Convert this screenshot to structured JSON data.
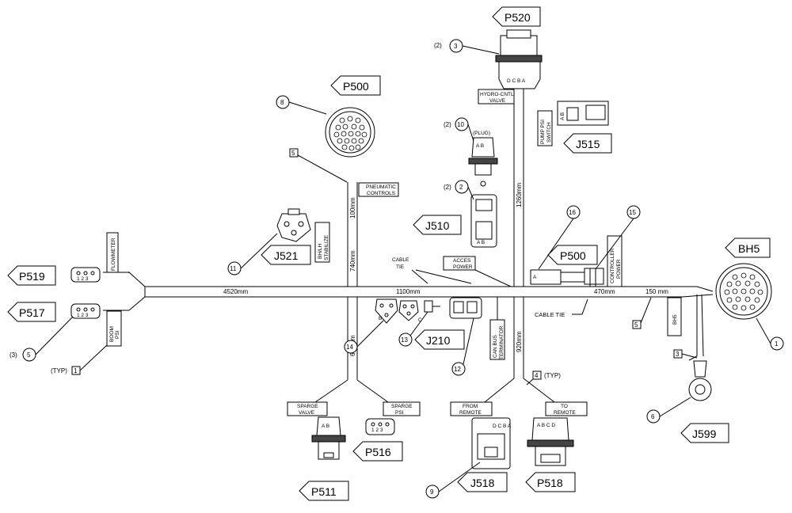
{
  "tags": {
    "p519": "P519",
    "p517": "P517",
    "p500_top": "P500",
    "j521": "J521",
    "p520": "P520",
    "j515": "J515",
    "j510": "J510",
    "p500_right": "P500",
    "bh5": "BH5",
    "j210": "J210",
    "p516": "P516",
    "p511": "P511",
    "j518": "J518",
    "p518": "P518",
    "j599": "J599"
  },
  "labels": {
    "flowmeter": "FLOWMETER",
    "boom_psi": [
      "BOOM",
      "PSI"
    ],
    "pneumatic_controls": [
      "PNEUMATIC",
      "CONTROLS"
    ],
    "bh_stabilize": [
      "BH/LH",
      "STABILIZE"
    ],
    "hydro_valve": [
      "HYDRO-CNTL",
      "VALVE"
    ],
    "pump_psi": [
      "PUMP PSI",
      "SWITCH"
    ],
    "cable_tie_top": [
      "CABLE",
      "TIE"
    ],
    "acces_power": [
      "ACCES",
      "POWER"
    ],
    "controller_power": [
      "CONTROLLER",
      "POWER"
    ],
    "can_bus": [
      "CAN BUS",
      "TERMINATOR"
    ],
    "cable_tie_bottom": "CABLE TIE",
    "bh5_wire": "BH5",
    "sparge_valve": [
      "SPARGE",
      "VALVE"
    ],
    "sparge_psi": [
      "SPARGE",
      "PSI"
    ],
    "from_remote": [
      "FROM",
      "REMOTE"
    ],
    "to_remote": [
      "TO",
      "REMOTE"
    ],
    "plug": "(PLUG)",
    "typ": "(TYP)",
    "typ_right": "(TYP)",
    "qty2": "(2)",
    "qty3": "(3)",
    "pin_123": "1 2 3",
    "pin_ab": "A B",
    "pin_abcd": "A B C D",
    "pin_dcba": "D C B A",
    "pin_a": "A",
    "pin_b": "B",
    "pin_c": "C"
  },
  "dimensions": {
    "main_left": "4520mm",
    "mid": "1100mm",
    "right": "470mm",
    "bh5": "150 mm",
    "p500_drop": "100mm",
    "j521_drop": "740mm",
    "sparge_drop": "650mm",
    "p520_drop": "1260mm",
    "remote_drop": "920mm"
  },
  "callouts": {
    "c1": "1",
    "c2": "2",
    "c3": "3",
    "c5": "5",
    "c6": "6",
    "c8": "8",
    "c9": "9",
    "c10": "10",
    "c11": "11",
    "c12": "12",
    "c13": "13",
    "c14": "14",
    "c15": "15",
    "c16": "16"
  },
  "boxed_refs": {
    "b1": "1",
    "b3": "3",
    "b4": "4",
    "b5a": "5",
    "b5b": "5"
  }
}
